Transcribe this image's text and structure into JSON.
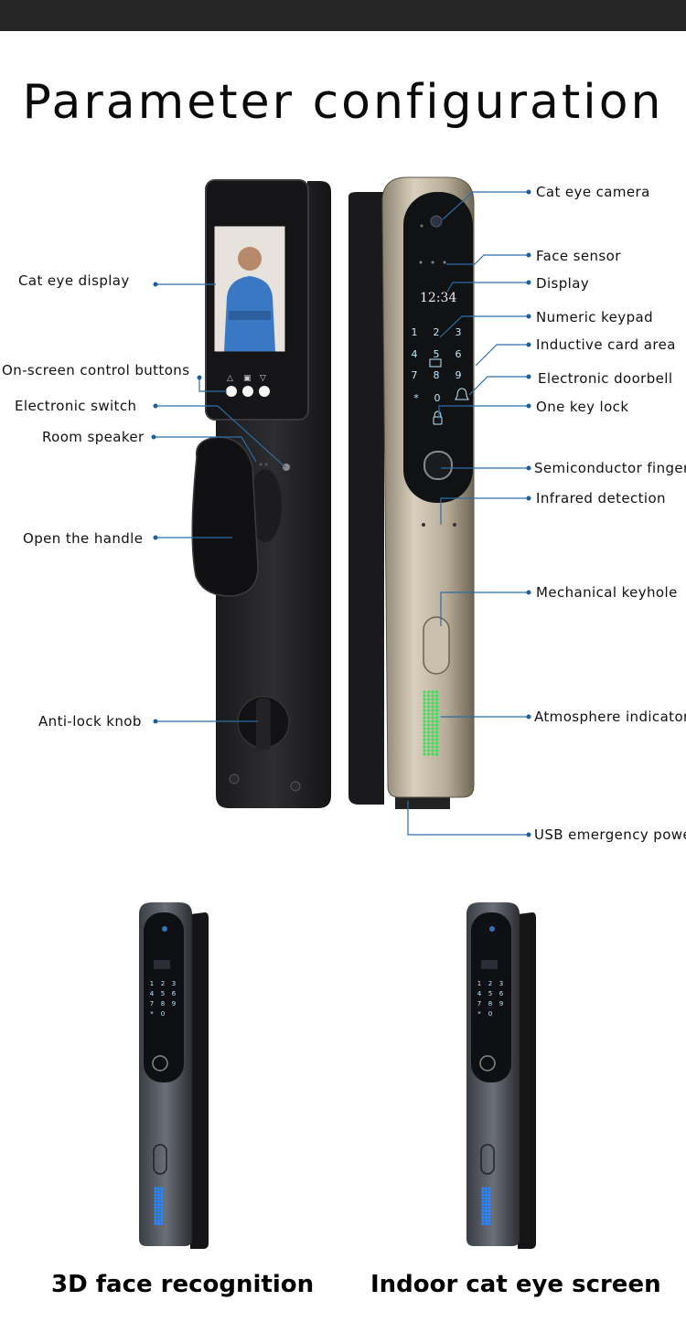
{
  "title": "Parameter configuration",
  "left_labels": {
    "cat_eye_display": "Cat eye display",
    "on_screen_buttons": "On-screen control buttons",
    "electronic_switch": "Electronic switch",
    "room_speaker": "Room speaker",
    "open_handle": "Open the handle",
    "anti_lock_knob": "Anti-lock knob"
  },
  "right_labels": {
    "cat_eye_camera": "Cat eye camera",
    "face_sensor": "Face sensor",
    "display": "Display",
    "numeric_keypad": "Numeric keypad",
    "inductive_card_area": "Inductive card area",
    "electronic_doorbell": "Electronic doorbell",
    "one_key_lock": "One key lock",
    "fingerprint": "Semiconductor finger-",
    "infrared_detection": "Infrared detection",
    "mechanical_keyhole": "Mechanical keyhole",
    "atmosphere_indicator": "Atmosphere indicator",
    "usb_power": "USB emergency power"
  },
  "device_display_time": "12:34",
  "keypad": [
    "1",
    "2",
    "3",
    "4",
    "5",
    "6",
    "7",
    "8",
    "9",
    "*",
    "0"
  ],
  "captions": {
    "face_recognition": "3D face recognition",
    "indoor_screen": "Indoor cat eye screen"
  },
  "colors": {
    "callout_line": "#2a6ea6",
    "dot": "#1b5e99",
    "indicator_green": "#39e05a",
    "indicator_blue": "#2a86ff"
  }
}
